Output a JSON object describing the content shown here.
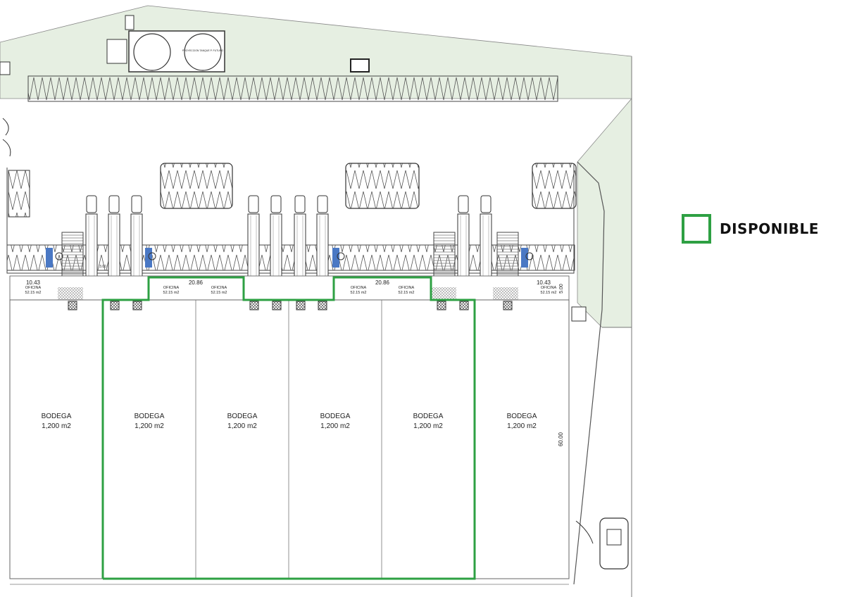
{
  "legend": {
    "label": "DISPONIBLE",
    "color": "#2ea043"
  },
  "colors": {
    "yard": "#e6efe2",
    "line": "#6a6a6a",
    "available": "#2ea043"
  },
  "tank_caption": "PROYECCION TANQUE P. FUTURO",
  "units": [
    {
      "name": "BODEGA",
      "area": "1,200 m2",
      "available": false
    },
    {
      "name": "BODEGA",
      "area": "1,200 m2",
      "available": true
    },
    {
      "name": "BODEGA",
      "area": "1,200 m2",
      "available": true
    },
    {
      "name": "BODEGA",
      "area": "1,200 m2",
      "available": true
    },
    {
      "name": "BODEGA",
      "area": "1,200 m2",
      "available": true
    },
    {
      "name": "BODEGA",
      "area": "1,200 m2",
      "available": false
    }
  ],
  "offices": [
    {
      "name": "OFICINA",
      "area": "52.15 m2"
    },
    {
      "name": "OFICINA",
      "area": "52.15 m2"
    },
    {
      "name": "OFICINA",
      "area": "52.15 m2"
    },
    {
      "name": "OFICINA",
      "area": "52.15 m2"
    },
    {
      "name": "OFICINA",
      "area": "52.15 m2"
    },
    {
      "name": "OFICINA",
      "area": "52.15 m2"
    }
  ],
  "dimensions": {
    "end_width": "10.43",
    "pair_width": "20.86",
    "office_depth": "5.00",
    "bay_depth": "60.00",
    "small": "3.00"
  }
}
